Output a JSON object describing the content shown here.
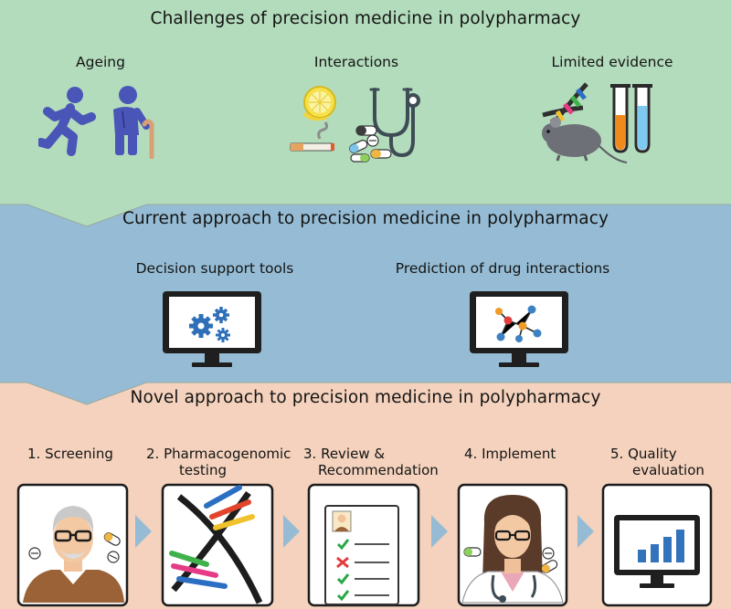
{
  "colors": {
    "challenges_bg": "#b3dcbc",
    "current_bg": "#95bcd4",
    "novel_bg": "#f4d2bd",
    "figure_blue": "#4a55b8",
    "gear_blue": "#2f6fb8",
    "chart_blue": "#3373bb",
    "panel_border": "#1c1c1c"
  },
  "sections": {
    "challenges": {
      "title": "Challenges of precision medicine in polypharmacy",
      "items": [
        "Ageing",
        "Interactions",
        "Limited evidence"
      ]
    },
    "current": {
      "title": "Current approach to precision medicine in polypharmacy",
      "items": [
        "Decision support tools",
        "Prediction of drug interactions"
      ]
    },
    "novel": {
      "title": "Novel approach to precision medicine in polypharmacy",
      "steps": [
        {
          "line1": "1. Screening",
          "line2": ""
        },
        {
          "line1": "2. Pharmacogenomic",
          "line2": "testing"
        },
        {
          "line1": "3. Review &",
          "line2": "Recommendation"
        },
        {
          "line1": "4. Implement",
          "line2": ""
        },
        {
          "line1": "5. Quality",
          "line2": "evaluation"
        }
      ]
    }
  },
  "icons": {
    "ageing": [
      "running-person-icon",
      "elderly-person-with-cane-icon"
    ],
    "interactions": [
      "lemon-icon",
      "cigarette-icon",
      "stethoscope-icon",
      "pills-icon"
    ],
    "evidence": [
      "dna-helix-icon",
      "lab-mouse-icon",
      "test-tubes-icon"
    ],
    "decision": "monitor-gears-icon",
    "prediction": "monitor-network-icon",
    "steps": [
      "elderly-patient-icon",
      "dna-strand-icon",
      "checklist-icon",
      "doctor-icon",
      "monitor-bar-chart-icon"
    ],
    "connector": "arrow-right-icon"
  }
}
